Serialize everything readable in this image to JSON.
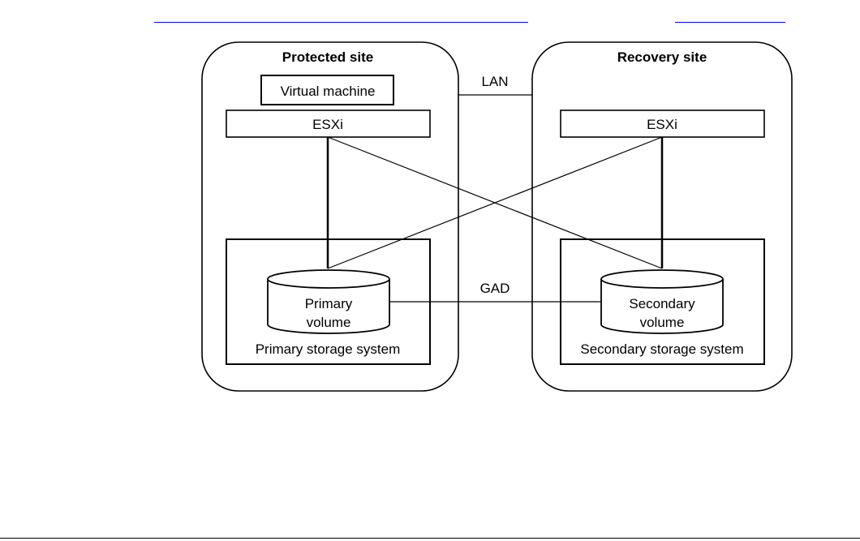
{
  "diagram": {
    "protected_site": {
      "title": "Protected site",
      "vm_label": "Virtual machine",
      "esxi_label": "ESXi",
      "storage_label": "Primary storage system",
      "volume_line1": "Primary",
      "volume_line2": "volume"
    },
    "recovery_site": {
      "title": "Recovery site",
      "esxi_label": "ESXi",
      "storage_label": "Secondary storage system",
      "volume_line1": "Secondary",
      "volume_line2": "volume"
    },
    "connections": {
      "lan_label": "LAN",
      "gad_label": "GAD"
    }
  },
  "colors": {
    "link": "#0000ee",
    "stroke": "#000000"
  }
}
